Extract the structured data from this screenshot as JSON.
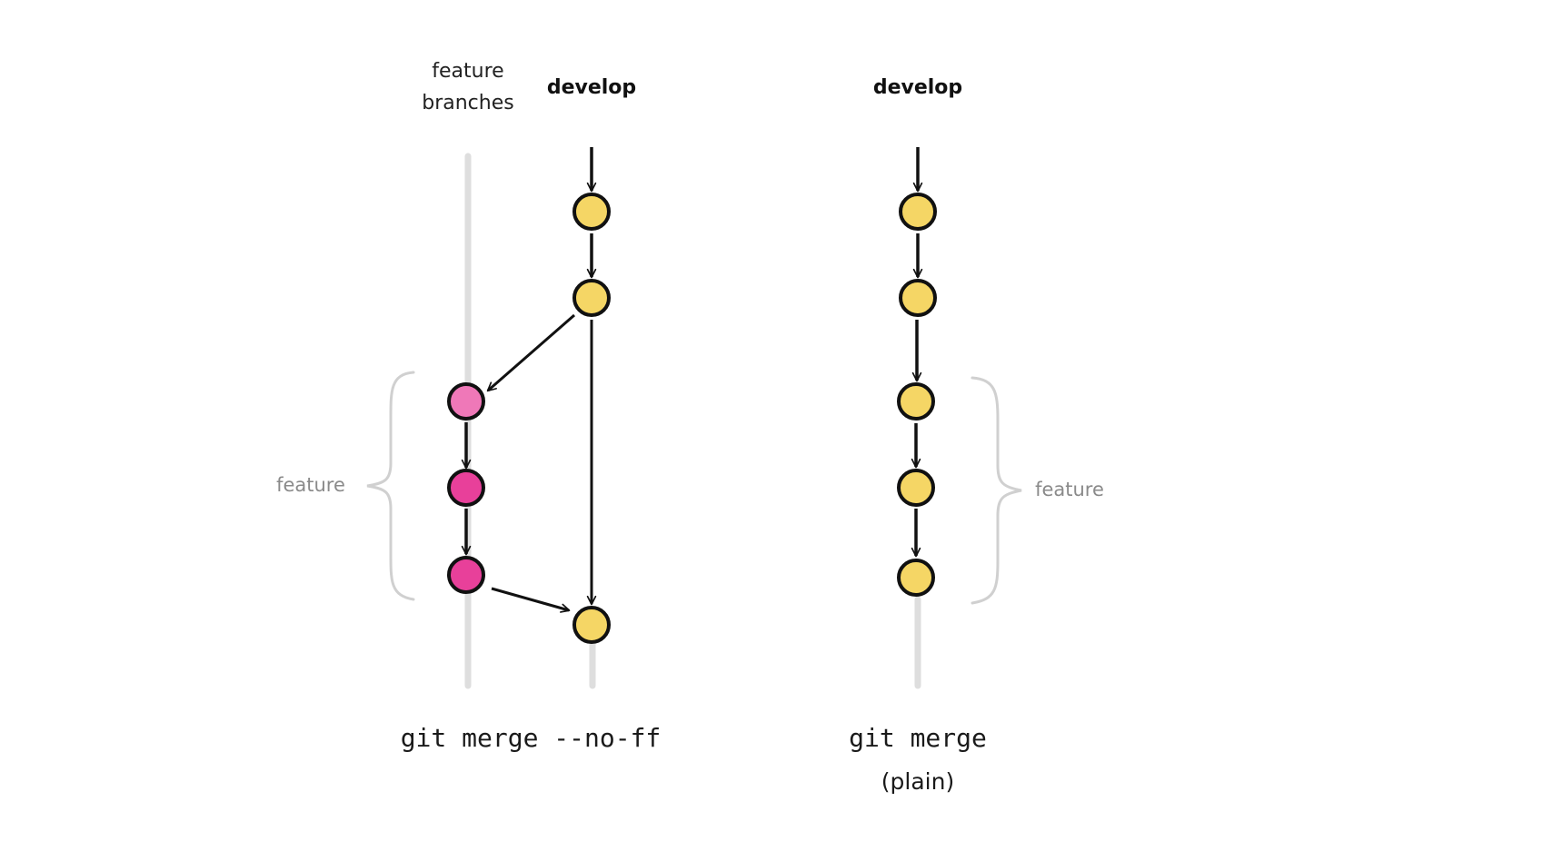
{
  "colors": {
    "develop_commit": "#f5d665",
    "feature_commit_light": "#ef78b8",
    "feature_commit": "#e8409a",
    "branch_line": "#d6d6d6",
    "arrow": "#111111",
    "brace": "#cfcfcf",
    "brace_label": "#8a8a8a"
  },
  "left_diagram": {
    "feature_header_line1": "feature",
    "feature_header_line2": "branches",
    "develop_header": "develop",
    "brace_label": "feature",
    "command": "git merge --no-ff"
  },
  "right_diagram": {
    "develop_header": "develop",
    "brace_label": "feature",
    "command": "git merge",
    "command_note": "(plain)"
  },
  "icons": [
    "commit-node",
    "arrow-head",
    "curly-brace"
  ]
}
